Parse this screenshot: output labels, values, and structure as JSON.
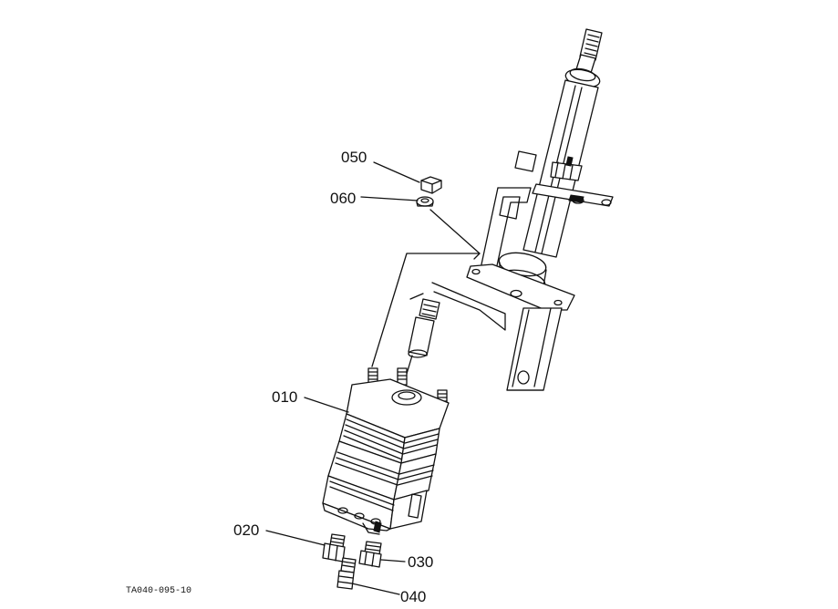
{
  "diagram": {
    "reference_code": "TA040-095-10",
    "parts": [
      {
        "id": "010"
      },
      {
        "id": "020"
      },
      {
        "id": "030"
      },
      {
        "id": "040"
      },
      {
        "id": "050"
      },
      {
        "id": "060"
      }
    ]
  }
}
